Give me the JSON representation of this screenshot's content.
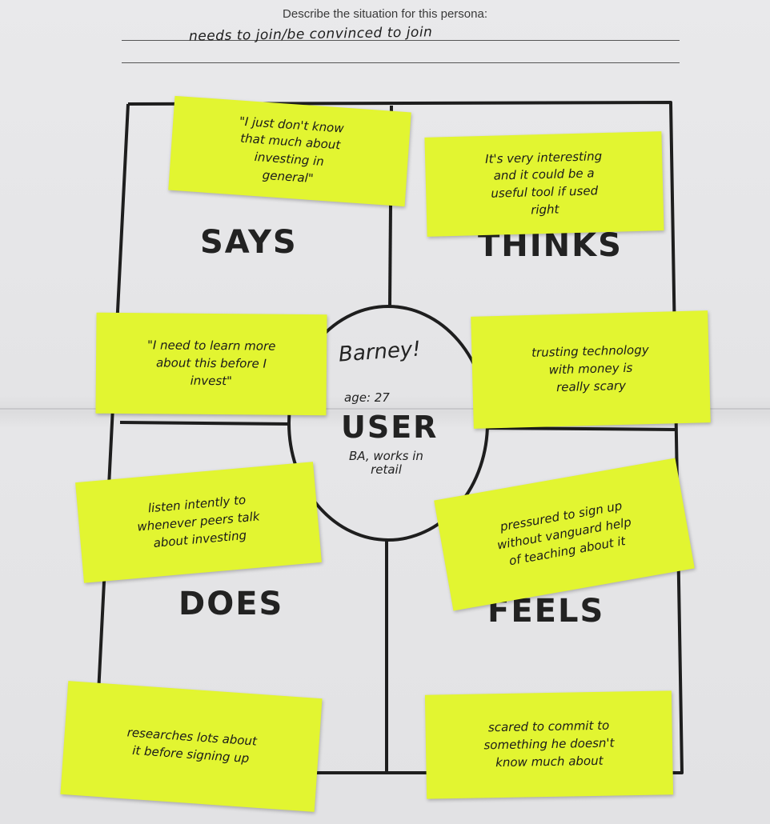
{
  "header": {
    "prompt": "Describe the situation for this persona:",
    "answer": "needs to join/be convinced to join"
  },
  "quadrants": {
    "says": "SAYS",
    "thinks": "THINKS",
    "does": "DOES",
    "feels": "FEELS"
  },
  "persona": {
    "name": "Barney!",
    "age": "age: 27",
    "label": "USER",
    "detail": "BA, works in\nretail"
  },
  "notes": {
    "says_1": "\"I just don't know\nthat much about\ninvesting in\ngeneral\"",
    "says_2": "\"I need to learn more\nabout this before I\ninvest\"",
    "thinks_1": "It's very interesting\nand it could be a\nuseful tool if used\nright",
    "thinks_2": "trusting technology\nwith money is\nreally scary",
    "does_1": "listen intently to\nwhenever peers talk\nabout investing",
    "does_2": "researches lots about\nit before signing up",
    "feels_1": "pressured to sign up\nwithout vanguard help\nof teaching about it",
    "feels_2": "scared to commit to\nsomething he doesn't\nknow much about"
  },
  "colors": {
    "sticky_note": "#e2f531",
    "paper": "#e6e6e8",
    "ink": "#222222"
  }
}
